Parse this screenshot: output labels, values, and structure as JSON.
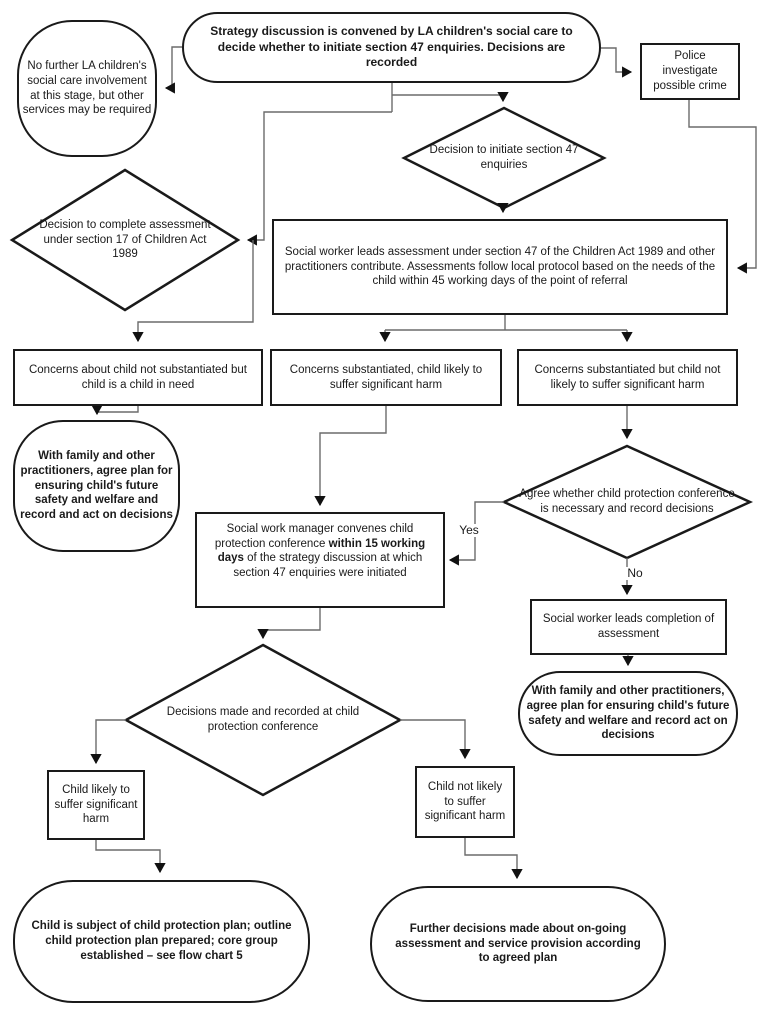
{
  "diagram": {
    "nodes": {
      "no_further": {
        "label": "No further LA children's social care involvement at this stage, but other services may be required"
      },
      "strategy": {
        "label": "Strategy discussion is convened by LA children's social care to decide whether to initiate section 47 enquiries. Decisions are recorded"
      },
      "police": {
        "label": "Police investigate possible crime"
      },
      "decision_initiate": {
        "label": "Decision to initiate section 47 enquiries"
      },
      "decision_s17": {
        "label": "Decision to complete assessment under section 17 of Children Act 1989"
      },
      "assessment": {
        "label": "Social worker leads assessment under section 47 of the Children Act 1989 and other practitioners contribute. Assessments follow local protocol based on the needs of the child within 45 working days of the point of referral"
      },
      "not_substantiated": {
        "label": "Concerns about child not substantiated but child is a child in need"
      },
      "substantiated_likely": {
        "label": "Concerns substantiated, child likely to suffer significant harm"
      },
      "substantiated_not_likely": {
        "label": "Concerns substantiated but child not likely to suffer significant harm"
      },
      "family_plan_left": {
        "label": "With family and other practitioners, agree plan for ensuring child's future safety and welfare and record and act on decisions"
      },
      "manager": {
        "label_pre": "Social work manager convenes child protection conference ",
        "label_bold": "within 15 working days",
        "label_post": " of the strategy discussion at which section 47 enquiries were initiated"
      },
      "agree_conference": {
        "label": "Agree whether child protection conference is necessary and record decisions"
      },
      "completion": {
        "label": "Social worker leads completion of assessment"
      },
      "family_plan_right": {
        "label": "With family and other practitioners, agree plan for ensuring child's future safety and welfare and record act on decisions"
      },
      "decisions_conference": {
        "label": "Decisions made and recorded at child protection conference"
      },
      "child_likely": {
        "label": "Child likely to suffer significant harm"
      },
      "child_not_likely": {
        "label": "Child not likely to suffer significant harm"
      },
      "protection_plan": {
        "label": "Child is subject of child protection plan; outline child protection plan prepared; core group established – see flow chart 5"
      },
      "further_decisions": {
        "label": "Further decisions made about on-going assessment and service provision according to agreed plan"
      }
    },
    "edge_labels": {
      "yes": "Yes",
      "no": "No"
    },
    "colors": {
      "shape_border": "#1a1a1a",
      "connector": "#6b6b6b",
      "arrowhead": "#111111",
      "background": "#ffffff",
      "text": "#1a1a1a"
    }
  }
}
